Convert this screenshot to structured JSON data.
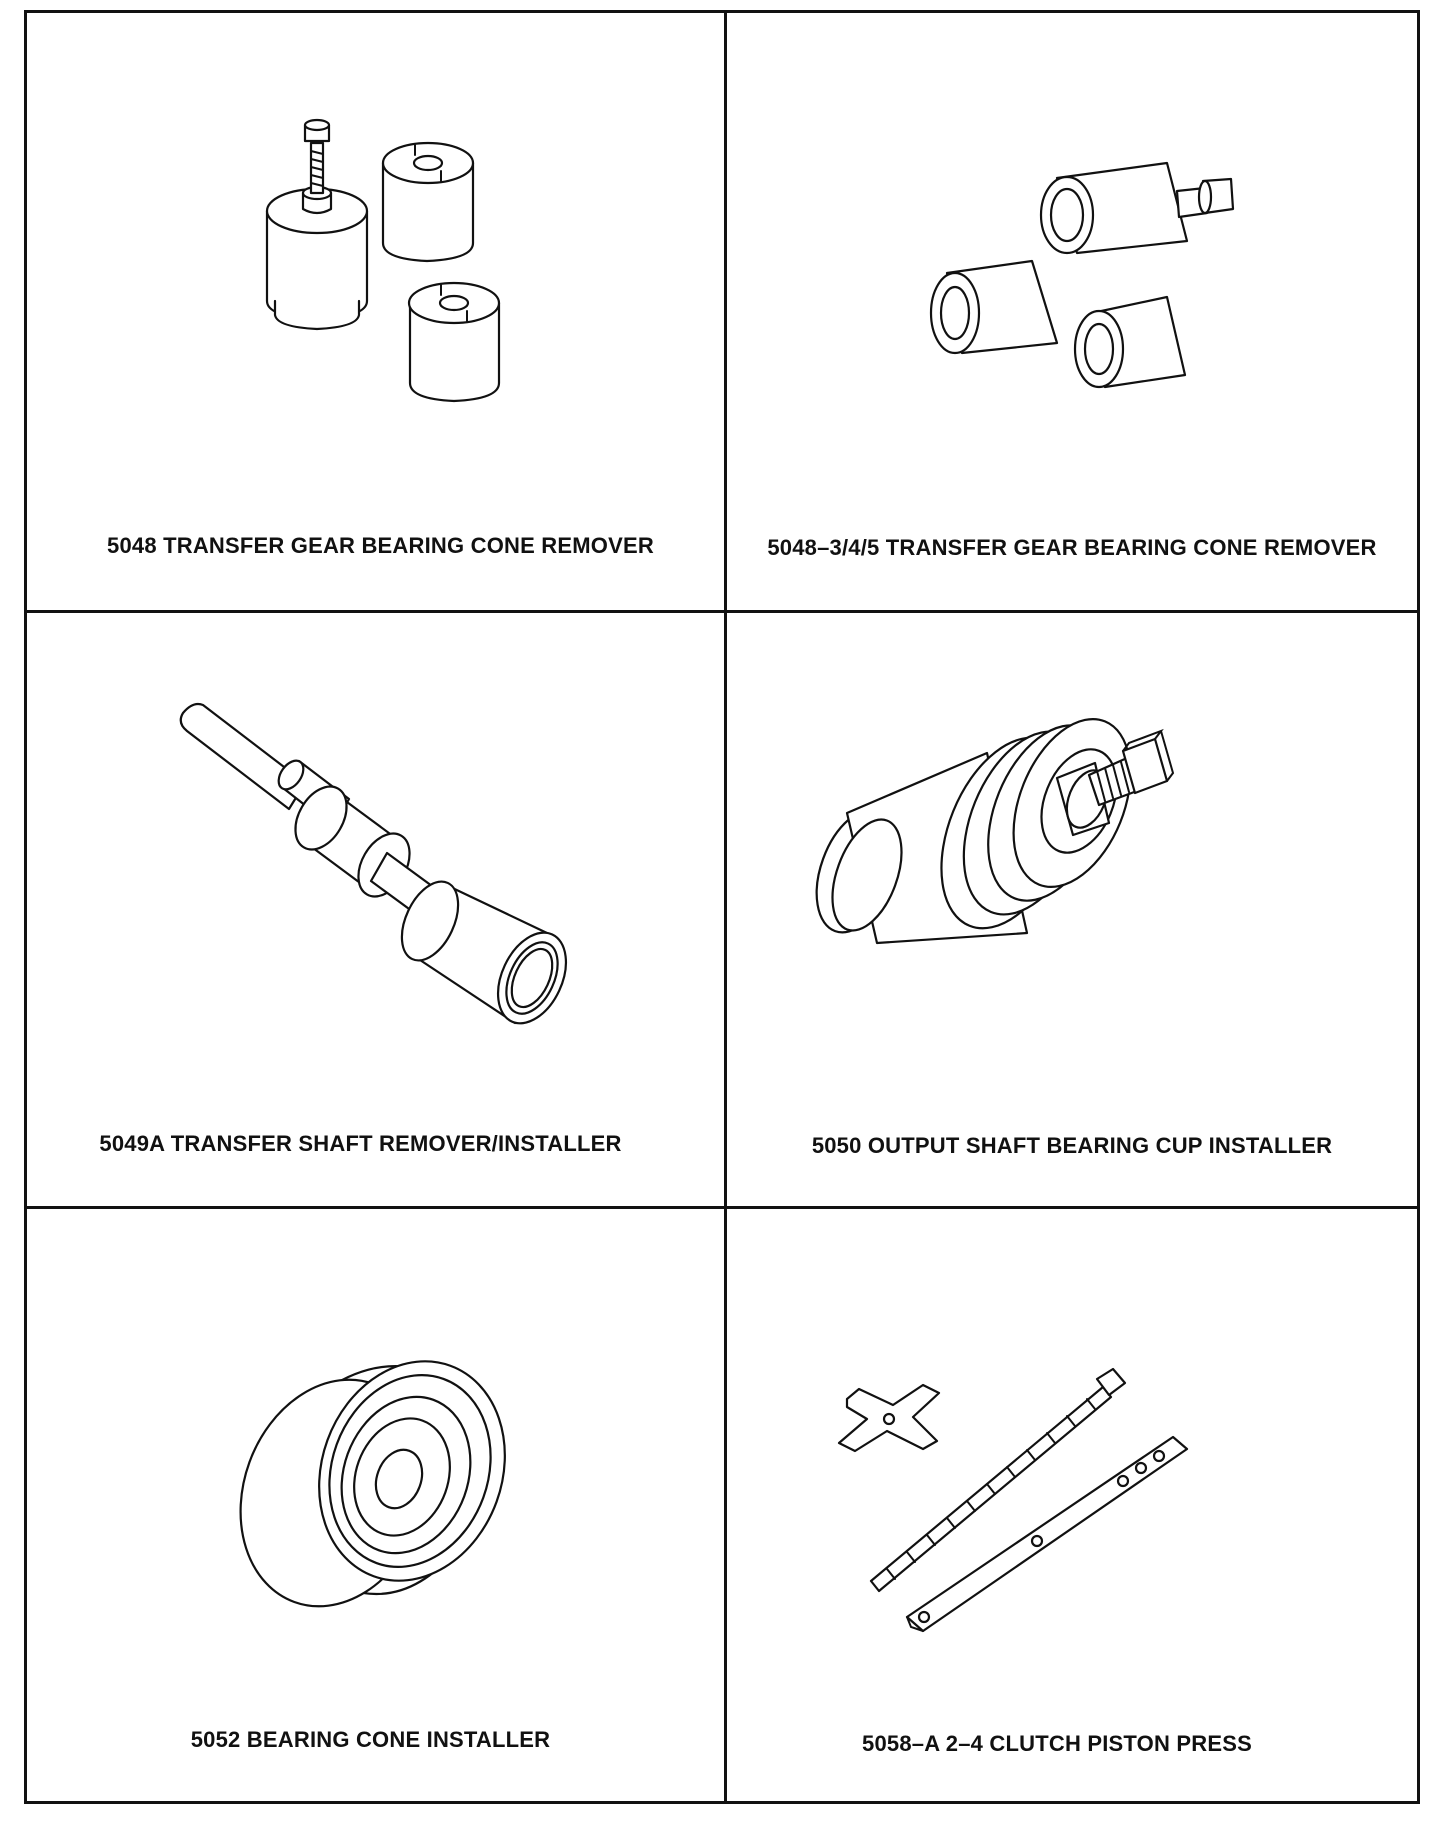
{
  "tools": [
    {
      "caption": "5048   TRANSFER GEAR BEARING CONE REMOVER",
      "icon": "puller-with-split-collets-icon"
    },
    {
      "caption": "5048–3/4/5  TRANSFER GEAR BEARING CONE REMOVER",
      "icon": "puller-with-sleeves-icon"
    },
    {
      "caption": "5049A  TRANSFER SHAFT REMOVER/INSTALLER",
      "icon": "stepped-shaft-tool-icon"
    },
    {
      "caption": "5050  OUTPUT SHAFT BEARING CUP INSTALLER",
      "icon": "cup-installer-icon"
    },
    {
      "caption": "5052  BEARING CONE INSTALLER",
      "icon": "cone-installer-ring-icon"
    },
    {
      "caption": "5058–A  2–4 CLUTCH PISTON PRESS",
      "icon": "piston-press-kit-icon"
    }
  ]
}
